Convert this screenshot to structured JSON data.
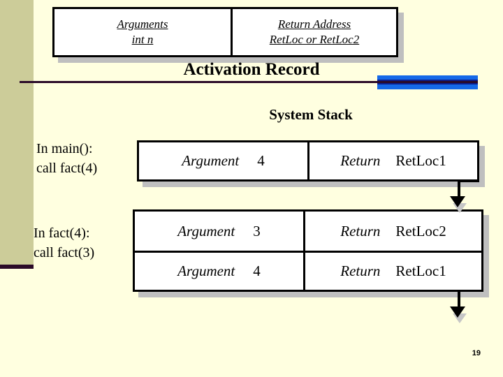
{
  "slide": {
    "title": "Activation Record",
    "stack_heading": "System Stack",
    "page_number": "19",
    "background_color": "#FFFFE0",
    "sidebar_color": "#CCCC99",
    "rule_color": "#2B0A28",
    "accent_blue": "#1569E8",
    "accent_blue_dark": "#0B1E8C",
    "shadow_color": "#BFBFBF"
  },
  "activation_record": {
    "cells": [
      {
        "line1": "Arguments",
        "line2": "int n"
      },
      {
        "line1": "Return Address",
        "line2": "RetLoc or RetLoc2"
      }
    ]
  },
  "captions": [
    {
      "line1": "In main():",
      "line2": "call  fact(4)"
    },
    {
      "line1": "In fact(4):",
      "line2": "call  fact(3)"
    }
  ],
  "stack_frames": [
    {
      "name": "frame-main",
      "rows": [
        {
          "arg_label": "Argument",
          "arg_value": "4",
          "ret_label": "Return",
          "ret_value": "RetLoc1"
        }
      ]
    },
    {
      "name": "frame-fact4",
      "rows": [
        {
          "arg_label": "Argument",
          "arg_value": "3",
          "ret_label": "Return",
          "ret_value": "RetLoc2"
        },
        {
          "arg_label": "Argument",
          "arg_value": "4",
          "ret_label": "Return",
          "ret_value": "RetLoc1"
        }
      ]
    }
  ],
  "arrows": [
    {
      "name": "arrow-main-to-fact4",
      "direction": "down"
    },
    {
      "name": "arrow-fact4-to-next",
      "direction": "down"
    }
  ]
}
